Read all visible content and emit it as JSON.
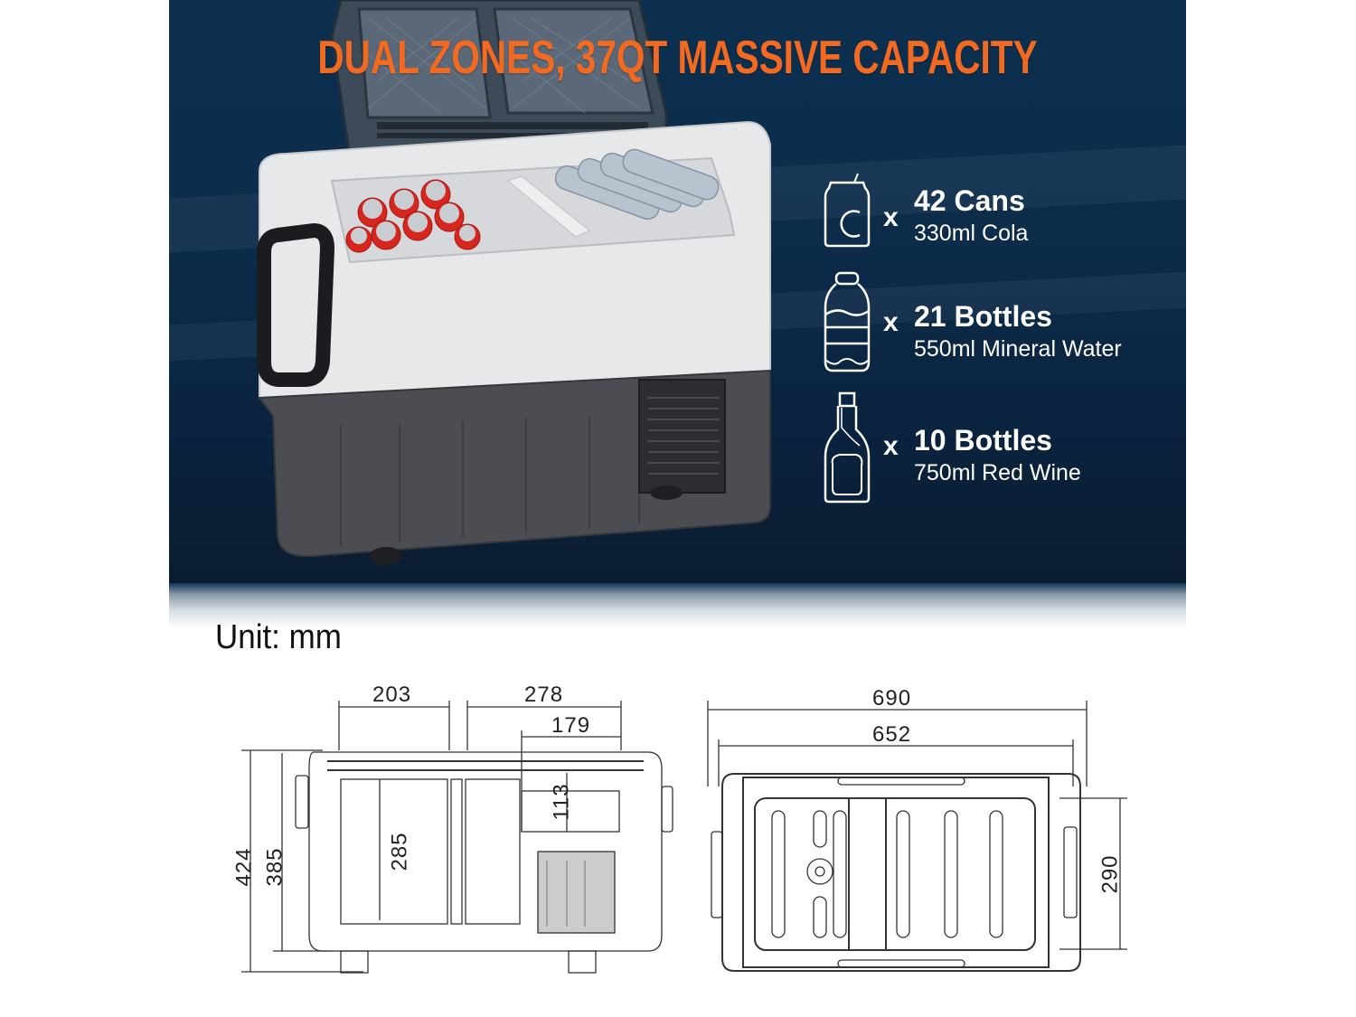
{
  "headline": "DUAL ZONES, 37QT MASSIVE CAPACITY",
  "colors": {
    "headline": "#f26a21",
    "background_navy": "#0c2c4a",
    "text_white": "#ffffff",
    "drawing_line": "#333333"
  },
  "capacity": {
    "items": [
      {
        "icon": "can-icon",
        "multiplier": "x",
        "count": "42 Cans",
        "description": "330ml Cola"
      },
      {
        "icon": "water-bottle-icon",
        "multiplier": "x",
        "count": "21 Bottles",
        "description": "550ml Mineral Water"
      },
      {
        "icon": "wine-bottle-icon",
        "multiplier": "x",
        "count": "10 Bottles",
        "description": "750ml Red Wine"
      }
    ]
  },
  "dimensions": {
    "unit_label": "Unit: mm",
    "front_view": {
      "width_left_compartment": "203",
      "width_right_compartment": "278",
      "width_right_upper": "179",
      "height_total": "424",
      "height_body": "385",
      "height_inner_left": "285",
      "height_inner_right_upper": "113"
    },
    "top_view": {
      "length_total": "690",
      "length_body": "652",
      "depth": "290"
    }
  }
}
